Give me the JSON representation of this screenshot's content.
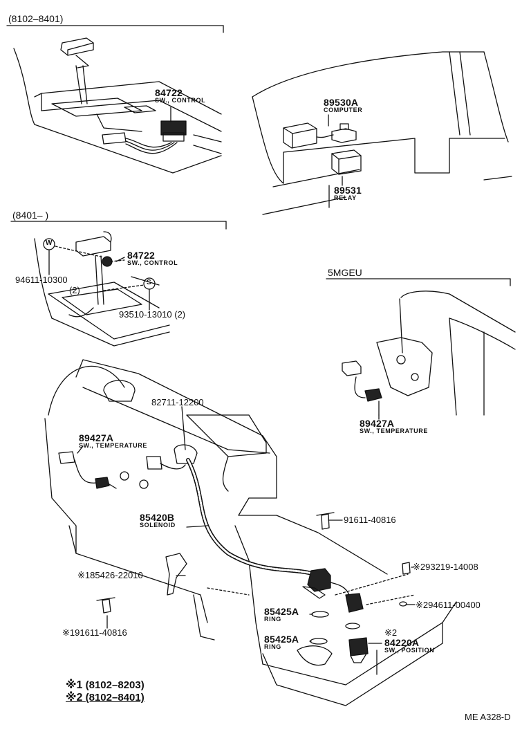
{
  "sections": {
    "top_left": "(8102–8401)",
    "mid_left": "(8401–       )",
    "right": "5MGEU"
  },
  "parts": {
    "p84722_top": {
      "number": "84722",
      "desc": "SW., CONTROL"
    },
    "p89530a": {
      "number": "89530A",
      "desc": "COMPUTER"
    },
    "p89531": {
      "number": "89531",
      "desc": "RELAY"
    },
    "p84722_mid": {
      "number": "84722",
      "desc": "SW., CONTROL"
    },
    "p94611": {
      "number": "94611-10300"
    },
    "qty_left": "(2)",
    "p93510": {
      "number": "93510-13010 (2)"
    },
    "p89427a_right": {
      "number": "89427A",
      "desc": "SW., TEMPERATURE"
    },
    "p82711": {
      "number": "82711-12200"
    },
    "p89427a_left": {
      "number": "89427A",
      "desc": "SW., TEMPERATURE"
    },
    "p85420b": {
      "number": "85420B",
      "desc": "SOLENOID"
    },
    "p91611_right": {
      "number": "91611-40816"
    },
    "p293219": {
      "number": "※293219-14008"
    },
    "p85426": {
      "number": "※185426-22010"
    },
    "p294611": {
      "number": "※294611-00400"
    },
    "p85425a_1": {
      "number": "85425A",
      "desc": "RING"
    },
    "p85425a_2": {
      "number": "85425A",
      "desc": "RING"
    },
    "p84220a": {
      "mark": "※2",
      "number": "84220A",
      "desc": "SW., POSITION"
    },
    "p191611": {
      "number": "※191611-40816"
    }
  },
  "markers": {
    "w": "W",
    "s": "S"
  },
  "notes": [
    {
      "mark": "※1",
      "text": "(8102–8203)"
    },
    {
      "mark": "※2",
      "text": "(8102–8401)"
    }
  ],
  "code": "ME A328-D"
}
